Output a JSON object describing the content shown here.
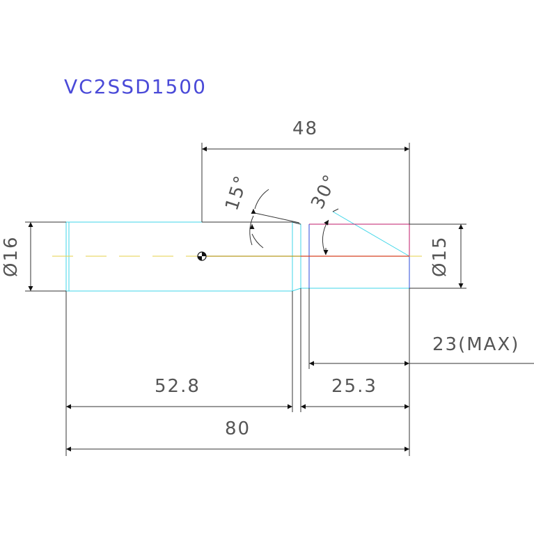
{
  "drawing": {
    "part_number": "VC2SSD1500",
    "dimensions": {
      "overall_length": "80",
      "grip_length": "52.8",
      "tip_length": "25.3",
      "tip_offset": "48",
      "max_depth": "23(MAX)",
      "shank_diameter": "Ø16",
      "tip_diameter": "Ø15",
      "angle_small": "15°",
      "angle_large": "30°"
    },
    "colors": {
      "body_outline": "#3fd6e8",
      "tip_outline": "#c01a6a",
      "centerline_shank": "#e6d24a",
      "centerline_tip": "#d84020",
      "tip_side": "#2a4ad8",
      "title": "#4a4ad8"
    }
  }
}
